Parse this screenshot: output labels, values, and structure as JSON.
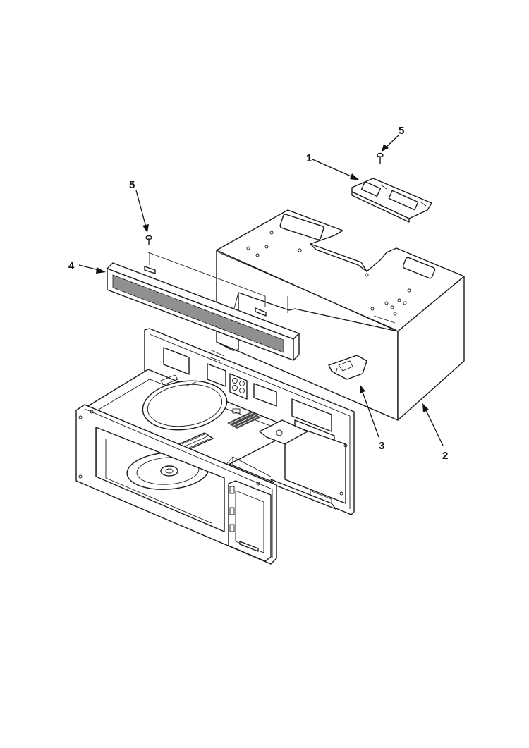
{
  "diagram": {
    "callouts": [
      {
        "id": "c1",
        "label": "1",
        "part": "bracket"
      },
      {
        "id": "c2",
        "label": "2",
        "part": "outer-case"
      },
      {
        "id": "c3",
        "label": "3",
        "part": "clip"
      },
      {
        "id": "c4",
        "label": "4",
        "part": "vent-grille"
      },
      {
        "id": "c5a",
        "label": "5",
        "part": "screw"
      },
      {
        "id": "c5b",
        "label": "5",
        "part": "screw"
      }
    ]
  }
}
